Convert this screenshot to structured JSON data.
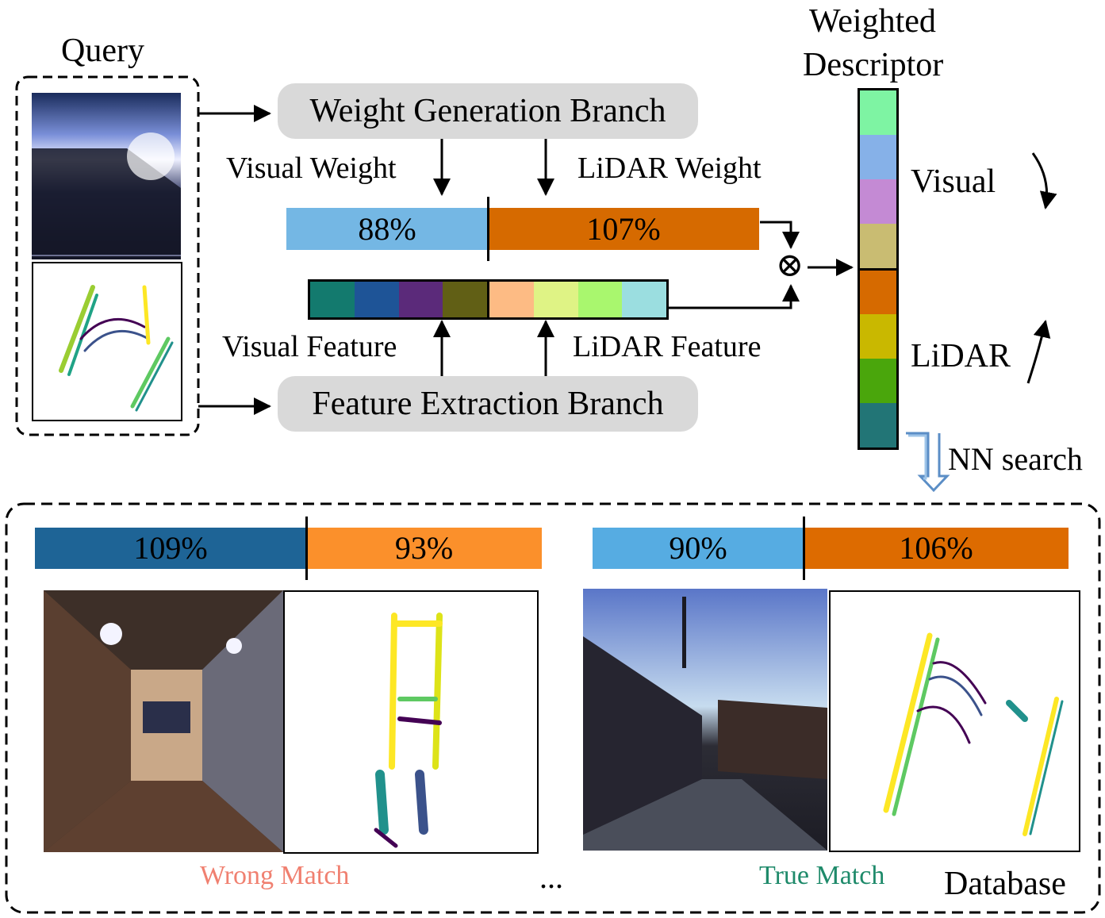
{
  "query": {
    "title": "Query"
  },
  "branches": {
    "weight": "Weight Generation Branch",
    "feature": "Feature Extraction Branch"
  },
  "labels": {
    "visual_weight": "Visual Weight",
    "lidar_weight": "LiDAR Weight",
    "visual_feature": "Visual Feature",
    "lidar_feature": "LiDAR Feature",
    "weighted_descriptor_line1": "Weighted",
    "weighted_descriptor_line2": "Descriptor",
    "descriptor_visual": "Visual",
    "descriptor_lidar": "LiDAR",
    "nn_search": "NN search",
    "database": "Database",
    "ellipsis": "...",
    "multiply_symbol": "⊗"
  },
  "query_weights": {
    "visual": "88%",
    "lidar": "107%",
    "visual_color": "#74b7e4",
    "lidar_color": "#d66a00"
  },
  "feature_colors": {
    "visual": [
      "#137a6e",
      "#1e5497",
      "#5b2a7a",
      "#615f15"
    ],
    "lidar": [
      "#fdbb84",
      "#dff385",
      "#a9f76e",
      "#9bdee0"
    ]
  },
  "descriptor_colors": {
    "visual": [
      "#7ef4a3",
      "#86b1e8",
      "#c48ad4",
      "#c9bc72"
    ],
    "lidar": [
      "#d66a00",
      "#c9b800",
      "#4aa60c",
      "#227576"
    ]
  },
  "matches": [
    {
      "visual": "109%",
      "lidar": "93%",
      "visual_color": "#1e6496",
      "lidar_color": "#fb902b",
      "caption": "Wrong Match",
      "caption_color": "#f08070"
    },
    {
      "visual": "90%",
      "lidar": "106%",
      "visual_color": "#56ace2",
      "lidar_color": "#dd6b00",
      "caption": "True Match",
      "caption_color": "#1e8a6a"
    }
  ]
}
